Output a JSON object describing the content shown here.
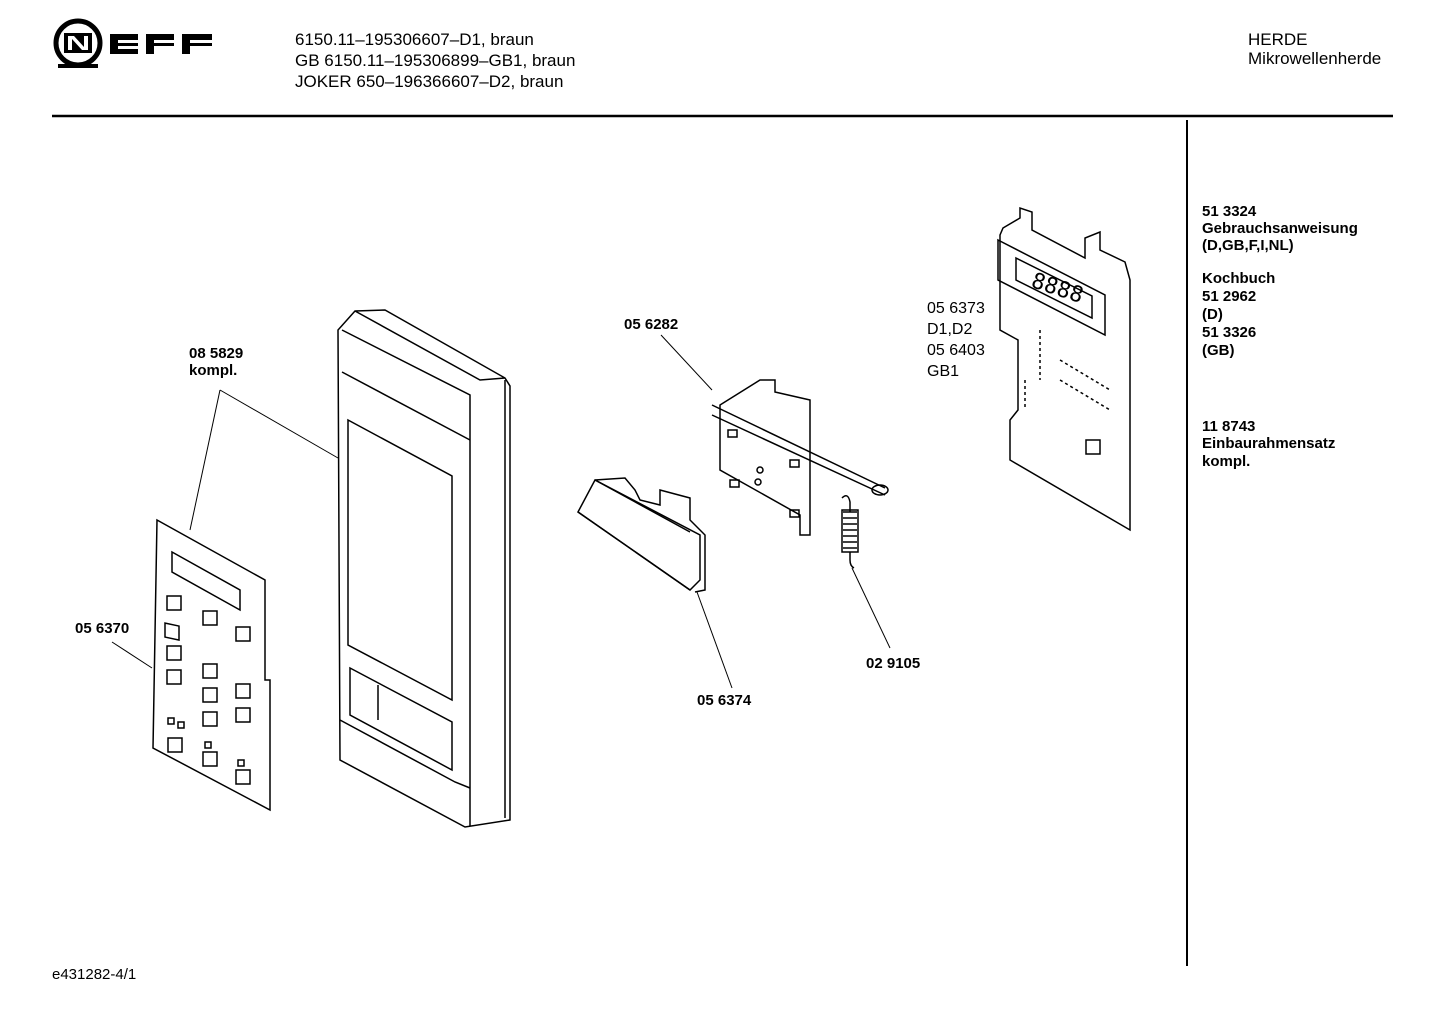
{
  "header": {
    "brand": "NEFF",
    "models": [
      "6150.11–195306607–D1, braun",
      "GB 6150.11–195306899–GB1, braun",
      "JOKER 650–196366607–D2, braun"
    ],
    "category": "HERDE",
    "subcategory": "Mikrowellenherde"
  },
  "parts": {
    "frame": [
      "08 5829",
      "kompl."
    ],
    "keypad": "05 6370",
    "latch_plate": "05 6282",
    "handle": "05 6374",
    "spring": "02 9105",
    "pcb": [
      "05 6373",
      "D1,D2",
      "05 6403",
      "GB1"
    ]
  },
  "sidebar": {
    "manual": [
      "51 3324",
      "Gebrauchsanweisung",
      "(D,GB,F,I,NL)"
    ],
    "cookbook": [
      "Kochbuch",
      "51 2962",
      "(D)",
      "51 3326",
      "(GB)"
    ],
    "kit": [
      "11 8743",
      "Einbaurahmensatz",
      "kompl."
    ]
  },
  "footer": {
    "doc_id": "e431282-4/1"
  }
}
